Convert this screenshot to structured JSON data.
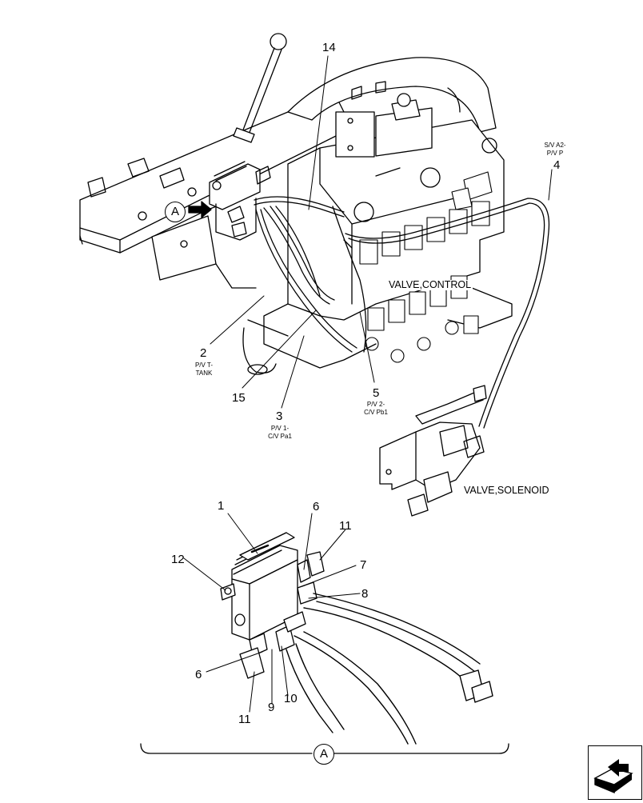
{
  "callouts": {
    "c1": "1",
    "c2": "2",
    "c3": "3",
    "c4": "4",
    "c5": "5",
    "c6a": "6",
    "c6b": "6",
    "c7": "7",
    "c8": "8",
    "c9": "9",
    "c10": "10",
    "c11a": "11",
    "c11b": "11",
    "c12": "12",
    "c14": "14",
    "c15": "15"
  },
  "sublabels": {
    "s2a": "P/V T-",
    "s2b": "TANK",
    "s3a": "P/V 1-",
    "s3b": "C/V Pa1",
    "s4a": "S/V A2-",
    "s4b": "P/V P",
    "s5a": "P/V 2-",
    "s5b": "C/V Pb1"
  },
  "labels": {
    "valve_control": "VALVE,CONTROL",
    "valve_solenoid": "VALVE,SOLENOID"
  },
  "detail_ref": "A",
  "nav_icon": "next-page-icon"
}
